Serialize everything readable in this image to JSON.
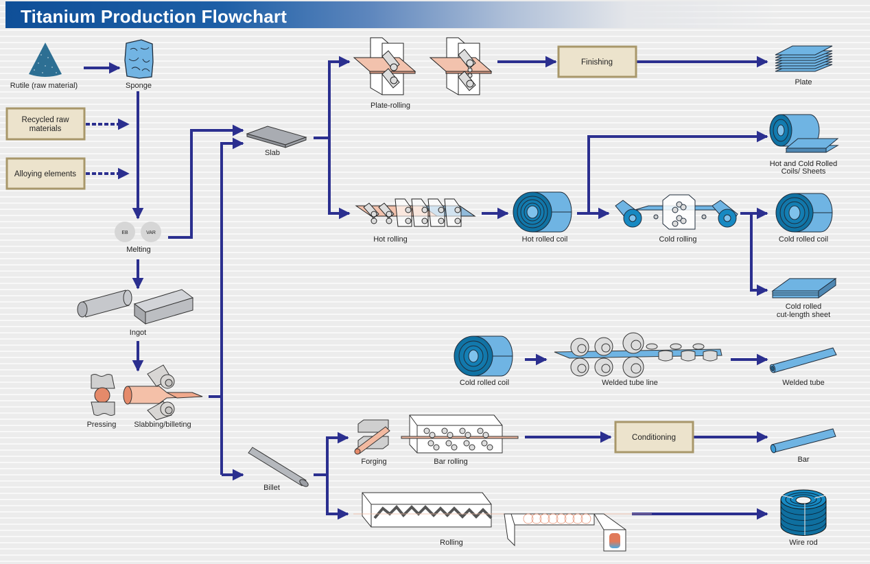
{
  "header": {
    "title": "Titanium Production Flowchart"
  },
  "colors": {
    "arrow": "#2b2f8f",
    "process_box_fill": "#ece3cc",
    "process_box_border": "#a8976a",
    "product_blue": "#6fb4e3",
    "copper": "#f0b79e"
  },
  "inputs": {
    "rutile": "Rutile (raw material)",
    "sponge": "Sponge",
    "recycled": [
      "Recycled raw",
      "materials"
    ],
    "alloying": "Alloying elements"
  },
  "melting": {
    "label": "Melting",
    "eb": "EB",
    "var": "VAR"
  },
  "ingot": "Ingot",
  "pressing": "Pressing",
  "slabbing": "Slabbing/billeting",
  "slab": "Slab",
  "billet": "Billet",
  "plate_route": {
    "plate_rolling": "Plate-rolling",
    "finishing": "Finishing",
    "plate": "Plate"
  },
  "sheet_route": {
    "hot_rolling": "Hot rolling",
    "hot_rolled_coil": "Hot rolled coil",
    "coils_sheets": [
      "Hot and Cold Rolled",
      "Coils/ Sheets"
    ],
    "cold_rolling": "Cold rolling",
    "cold_rolled_coil": "Cold rolled coil",
    "cut_length_sheet": [
      "Cold rolled",
      "cut-length sheet"
    ]
  },
  "tube_route": {
    "cold_rolled_coil": "Cold rolled coil",
    "welded_tube_line": "Welded tube line",
    "welded_tube": "Welded tube"
  },
  "bar_route": {
    "forging": "Forging",
    "bar_rolling": "Bar rolling",
    "conditioning": "Conditioning",
    "bar": "Bar"
  },
  "wire_route": {
    "rolling": "Rolling",
    "wire_rod": "Wire rod"
  }
}
